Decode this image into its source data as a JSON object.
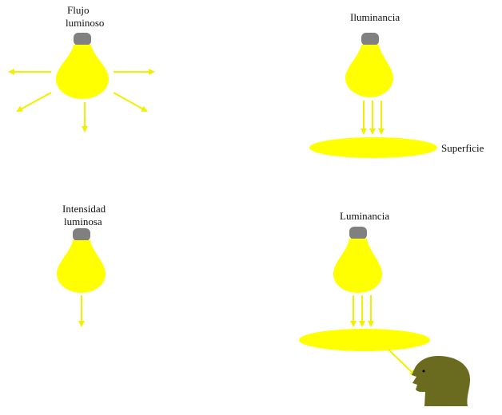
{
  "panels": [
    {
      "id": "flux",
      "label_lines": [
        "Flujo",
        "luminoso"
      ]
    },
    {
      "id": "illuminance",
      "label_lines": [
        "Iluminancia"
      ],
      "surface_label": "Superficie"
    },
    {
      "id": "intensity",
      "label_lines": [
        "Intensidad",
        "luminosa"
      ]
    },
    {
      "id": "luminance",
      "label_lines": [
        "Luminancia"
      ]
    }
  ],
  "colors": {
    "bulb": "#FFFF00",
    "base": "#808080",
    "surface": "#FFFF00",
    "arrows": "#F0F000",
    "head": "#6B6B20",
    "text": "#111111"
  },
  "icons": {
    "bulb": "light-bulb-icon",
    "head": "human-head-icon"
  }
}
